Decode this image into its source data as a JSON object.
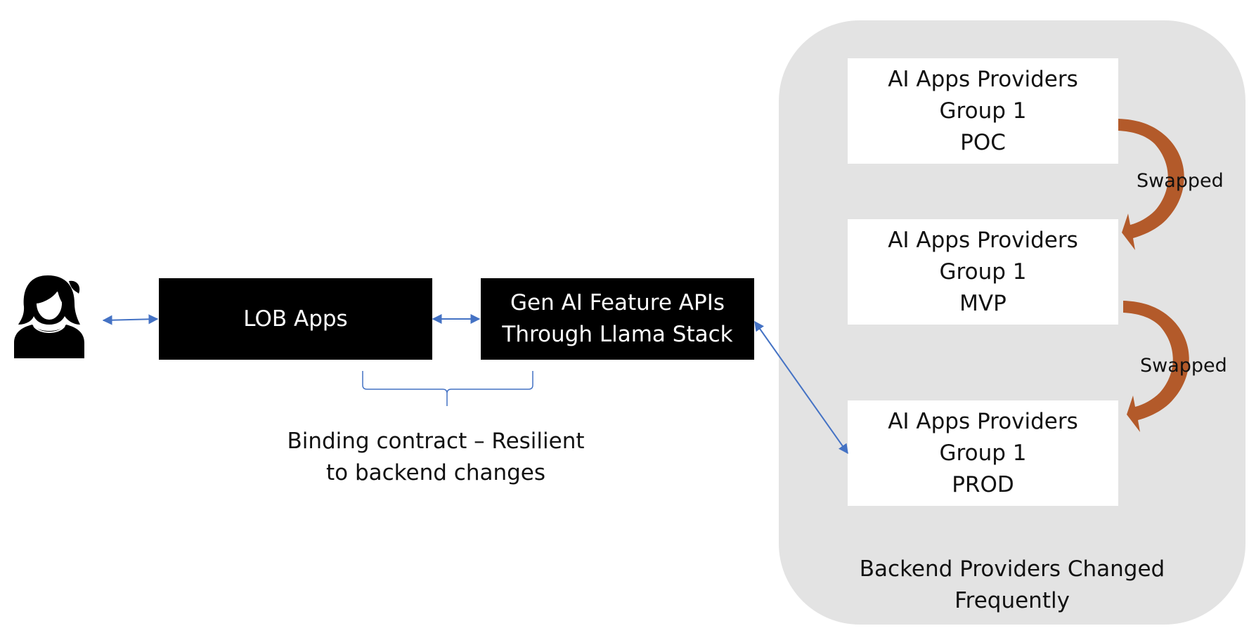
{
  "panel": {
    "caption_line1": "Backend Providers Changed",
    "caption_line2": "Frequently",
    "color": "#e3e3e3"
  },
  "providers": [
    {
      "line1": "AI Apps Providers",
      "line2": "Group 1",
      "line3": "POC"
    },
    {
      "line1": "AI Apps Providers",
      "line2": "Group 1",
      "line3": "MVP"
    },
    {
      "line1": "AI Apps Providers",
      "line2": "Group 1",
      "line3": "PROD"
    }
  ],
  "swap_labels": [
    "Swapped",
    "Swapped"
  ],
  "lob_box": {
    "label": "LOB Apps"
  },
  "api_box": {
    "line1": "Gen AI Feature APIs",
    "line2": "Through Llama Stack"
  },
  "binding": {
    "line1": "Binding contract – Resilient",
    "line2": "to backend changes"
  },
  "colors": {
    "connector": "#4472c4",
    "swap_arrow": "#b35a2a",
    "box_dark": "#000000"
  },
  "icons": {
    "user": "user-icon"
  }
}
